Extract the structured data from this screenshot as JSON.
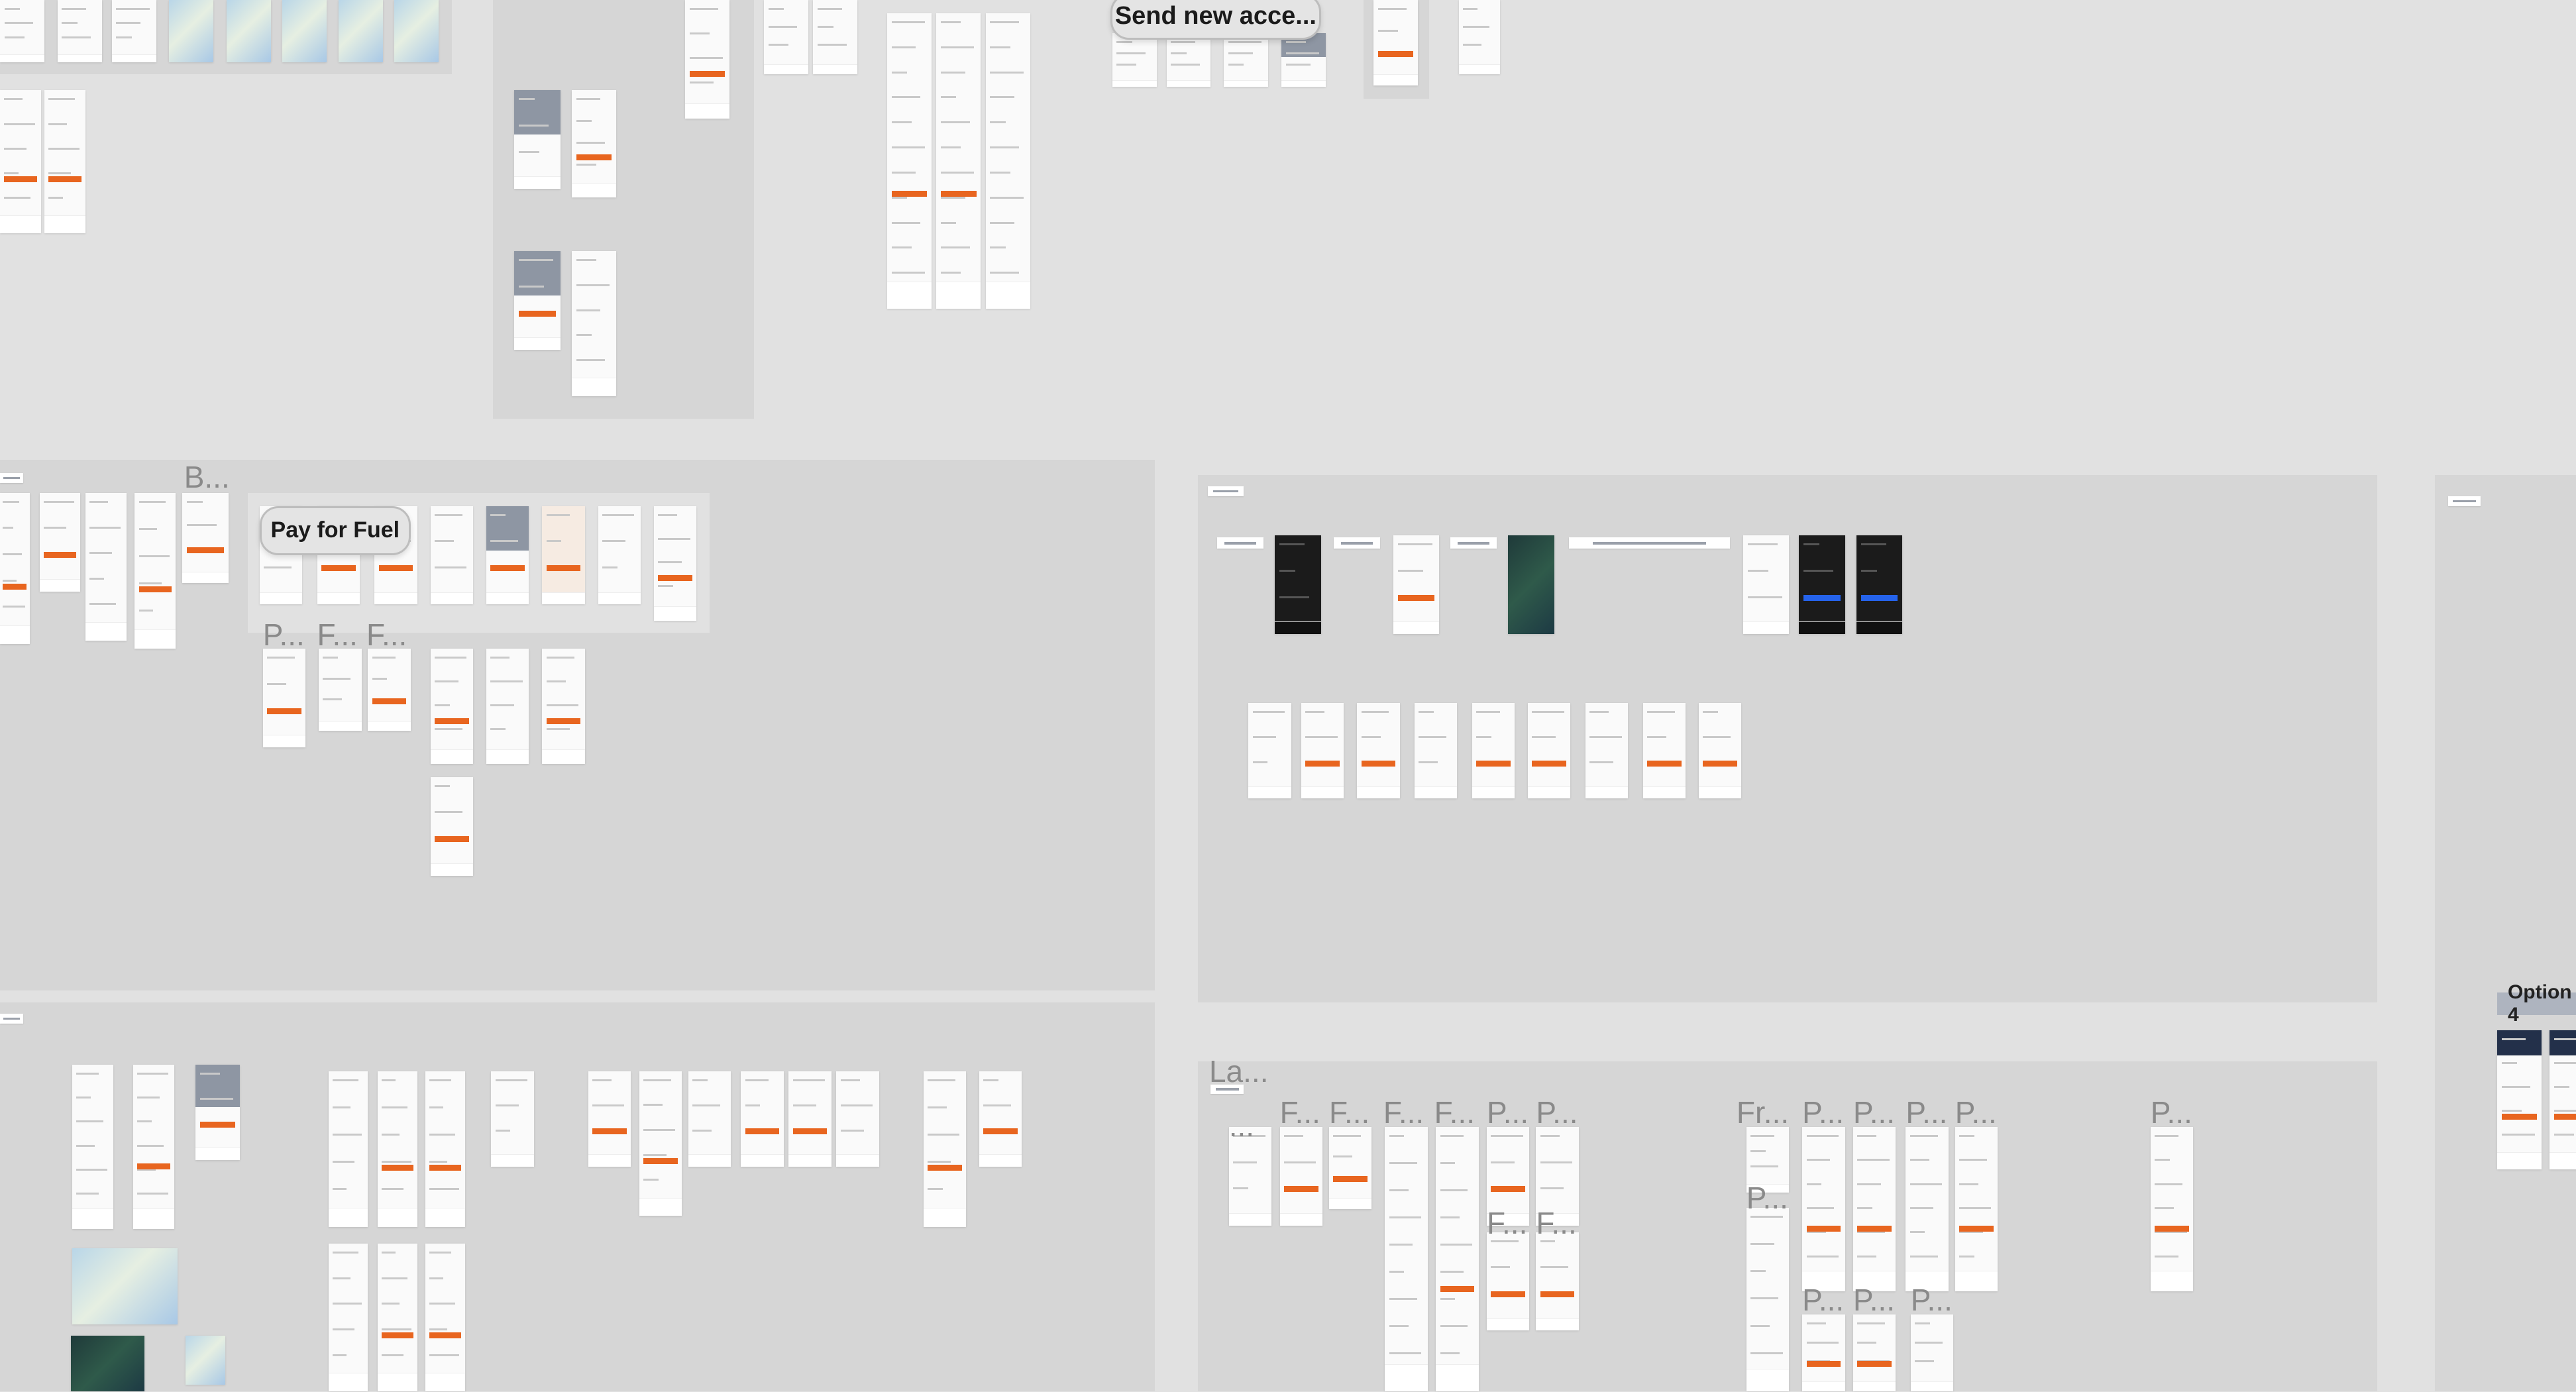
{
  "canvas": {
    "background": "#e1e1e1",
    "section_color": "#d6d6d6",
    "accent_color": "#e8651f"
  },
  "big_labels": [
    {
      "text": "Send new acce..."
    },
    {
      "text": "Pay for Fuel"
    }
  ],
  "frame_labels": [
    {
      "text": "B..."
    },
    {
      "text": "P..."
    },
    {
      "text": "F..."
    },
    {
      "text": "F..."
    },
    {
      "text": "La..."
    },
    {
      "text": "..."
    },
    {
      "text": "F..."
    },
    {
      "text": "F..."
    },
    {
      "text": "F..."
    },
    {
      "text": "F..."
    },
    {
      "text": "P..."
    },
    {
      "text": "P..."
    },
    {
      "text": "F..."
    },
    {
      "text": "F..."
    },
    {
      "text": "Fr..."
    },
    {
      "text": "P..."
    },
    {
      "text": "P..."
    },
    {
      "text": "P..."
    },
    {
      "text": "P..."
    },
    {
      "text": "P..."
    },
    {
      "text": "P..."
    },
    {
      "text": "P..."
    },
    {
      "text": "P..."
    },
    {
      "text": "P..."
    }
  ],
  "option_label": "Option 4"
}
